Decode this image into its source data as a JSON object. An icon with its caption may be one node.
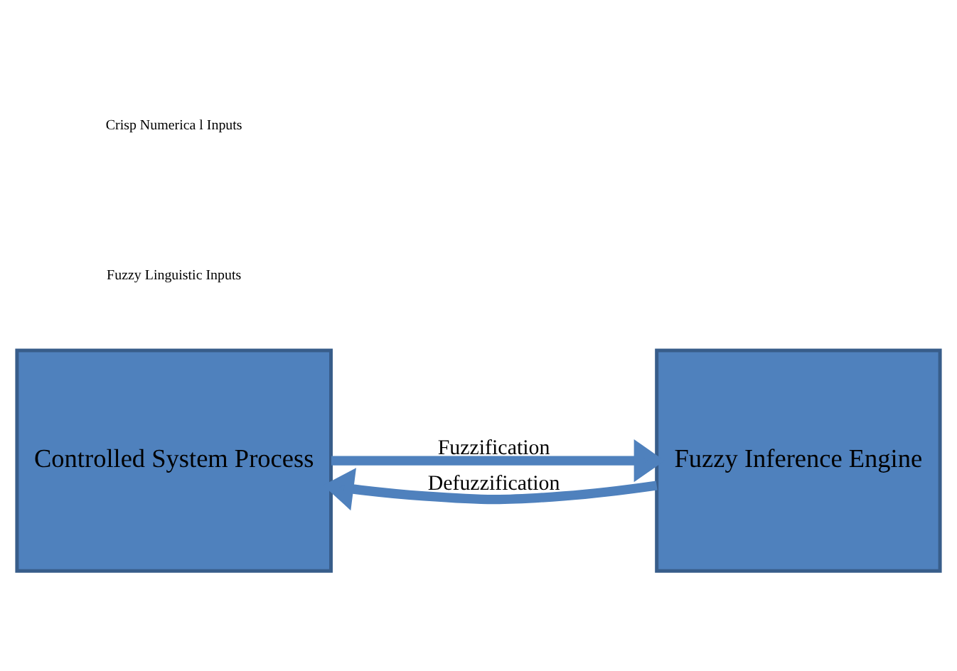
{
  "diagram": {
    "nodes": [
      {
        "text": [
          "Controlled System Process"
        ]
      },
      {
        "text": [
          "Fuzzy Inference Engine"
        ]
      }
    ],
    "edges": [
      {
        "from": 0,
        "to": 1,
        "arrow": "to",
        "label": "Fuzzification"
      },
      {
        "from": 1,
        "to": 0,
        "arrow": "to",
        "label": "Defuzzification"
      }
    ],
    "labels": [
      "Crisp Numerica l Inputs",
      "Fuzzy Linguistic Inputs"
    ]
  }
}
